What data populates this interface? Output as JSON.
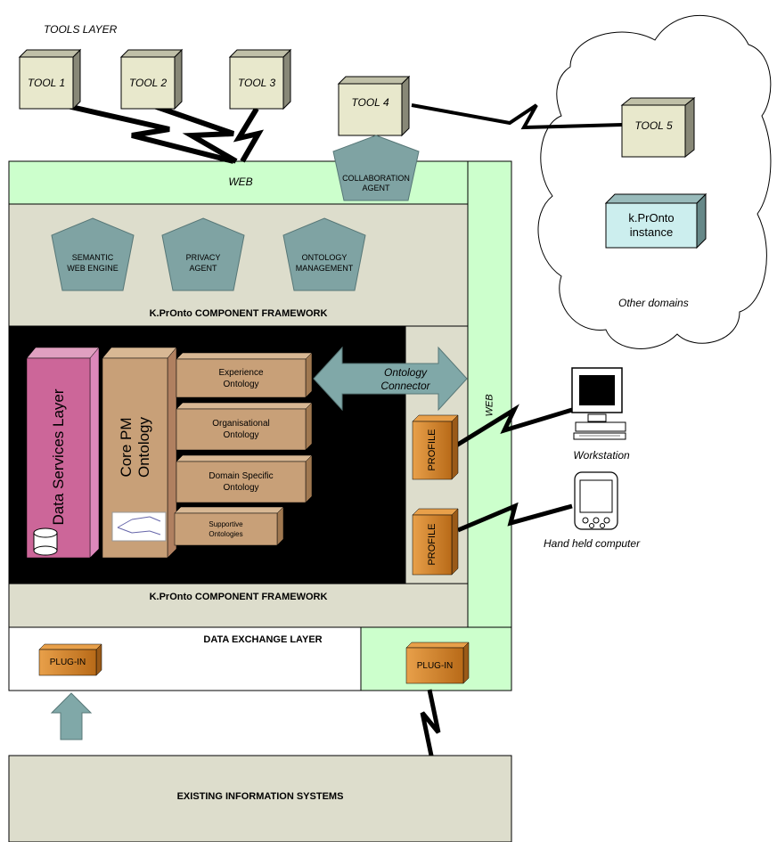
{
  "tools_layer_label": "TOOLS LAYER",
  "tools": [
    "TOOL 1",
    "TOOL 2",
    "TOOL 3",
    "TOOL 4",
    "TOOL 5"
  ],
  "web_label": "WEB",
  "web_vertical_label": "WEB",
  "collaboration_agent": [
    "COLLABORATION",
    "AGENT"
  ],
  "agents": [
    {
      "line1": "SEMANTIC",
      "line2": "WEB ENGINE"
    },
    {
      "line1": "PRIVACY",
      "line2": "AGENT"
    },
    {
      "line1": "ONTOLOGY",
      "line2": "MANAGEMENT"
    }
  ],
  "framework_label_top": "K.PrOnto COMPONENT FRAMEWORK",
  "framework_label_bottom": "K.PrOnto COMPONENT FRAMEWORK",
  "data_services_layer": "Data Services Layer",
  "core_pm_ontology": [
    "Core PM",
    "Ontology"
  ],
  "ontologies": [
    {
      "line1": "Experience",
      "line2": "Ontology"
    },
    {
      "line1": "Organisational",
      "line2": "Ontology"
    },
    {
      "line1": "Domain Specific",
      "line2": "Ontology"
    },
    {
      "line1": "Supportive",
      "line2": "Ontologies"
    }
  ],
  "ontology_connector": [
    "Ontology",
    "Connector"
  ],
  "profile_label": "PROFILE",
  "kpronto_instance": [
    "k.PrOnto",
    "instance"
  ],
  "other_domains": "Other domains",
  "workstation": "Workstation",
  "hand_held": "Hand held computer",
  "data_exchange_layer": "DATA EXCHANGE LAYER",
  "plugin_label": "PLUG-IN",
  "existing_systems": "EXISTING INFORMATION SYSTEMS",
  "colors": {
    "light_green": "#ccffcc",
    "beige": "#ddddcc",
    "tool_box": "#e8e8cc",
    "agent_pentagon": "#7fa3a3",
    "data_services": "#cc6699",
    "core_ontology": "#c8a078",
    "profile_orange": "#d2852a",
    "connector": "#80a8a8",
    "instance_box": "#cceeee"
  }
}
